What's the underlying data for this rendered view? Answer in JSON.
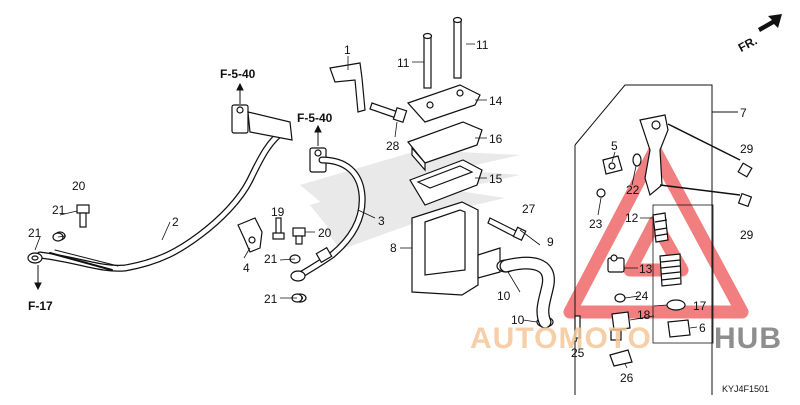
{
  "diagram": {
    "direction_label": "FR.",
    "drawing_code": "KYJ4F1501",
    "references": {
      "top_a": "F-5-40",
      "top_b": "F-5-40",
      "left": "F-17"
    },
    "watermark": {
      "part1": "AUTOMOTO",
      "part2": "HUB",
      "colors": {
        "auto": "#f5c79a",
        "hub": "#7a7a7a",
        "triangle": "#ee5555"
      }
    },
    "callouts": {
      "c1": "1",
      "c2": "2",
      "c3": "3",
      "c4": "4",
      "c5": "5",
      "c6": "6",
      "c7": "7",
      "c8": "8",
      "c9": "9",
      "c10a": "10",
      "c10b": "10",
      "c11a": "11",
      "c11b": "11",
      "c12": "12",
      "c13": "13",
      "c14": "14",
      "c15": "15",
      "c16": "16",
      "c17": "17",
      "c18": "18",
      "c19": "19",
      "c20a": "20",
      "c20b": "20",
      "c21a": "21",
      "c21b": "21",
      "c21c": "21",
      "c21d": "21",
      "c22": "22",
      "c23": "23",
      "c24": "24",
      "c25": "25",
      "c26": "26",
      "c27": "27",
      "c28": "28",
      "c29a": "29",
      "c29b": "29"
    }
  }
}
